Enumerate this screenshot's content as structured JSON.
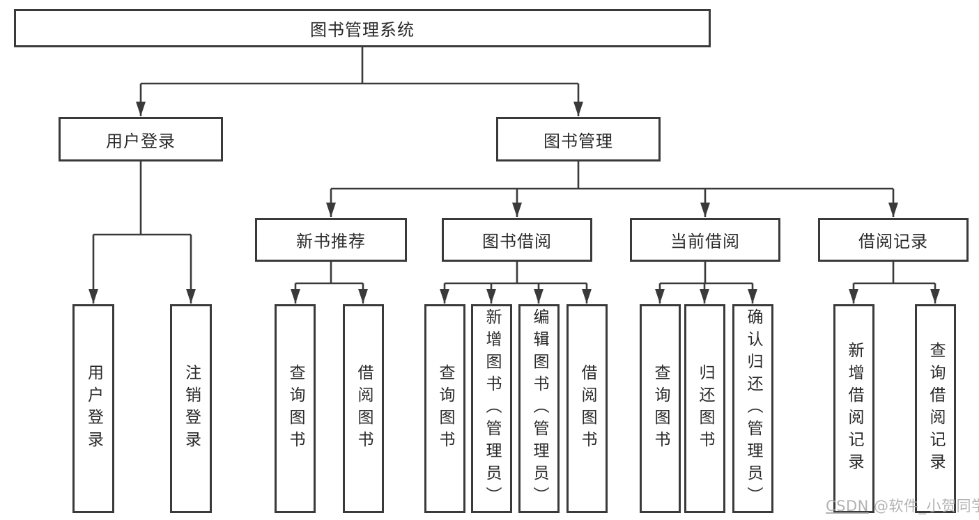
{
  "diagram": {
    "root": {
      "label": "图书管理系统"
    },
    "branches": {
      "login": {
        "label": "用户登录",
        "children": [
          "用户登录",
          "注销登录"
        ]
      },
      "manage": {
        "label": "图书管理",
        "sections": {
          "newbook": {
            "label": "新书推荐",
            "children": [
              "查询图书",
              "借阅图书"
            ]
          },
          "borrow": {
            "label": "图书借阅",
            "children": [
              "查询图书",
              "新增图书（管理员）",
              "编辑图书（管理员）",
              "借阅图书"
            ]
          },
          "current": {
            "label": "当前借阅",
            "children": [
              "查询图书",
              "归还图书",
              "确认归还（管理员）"
            ]
          },
          "records": {
            "label": "借阅记录",
            "children": [
              "新增借阅记录",
              "查询借阅记录"
            ]
          }
        }
      }
    }
  },
  "watermark": {
    "brand": "CSDN",
    "handle": " @软件_小贺同学"
  },
  "colors": {
    "line": "#3a3a3a",
    "box_border": "#3a3a3a",
    "text": "#2a2a2a",
    "watermark": "#a8a8a8",
    "background": "#ffffff"
  }
}
